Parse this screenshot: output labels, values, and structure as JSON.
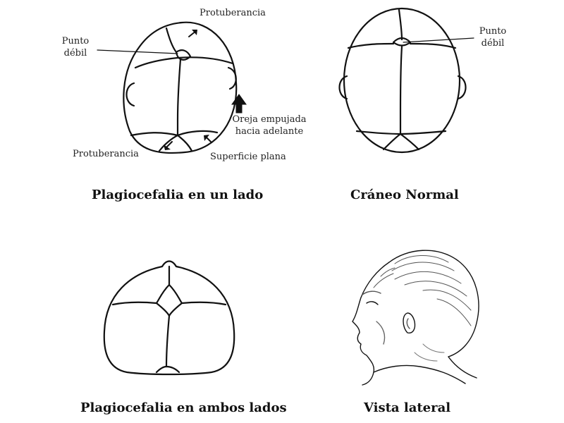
{
  "panels": {
    "one_side": {
      "caption": "Plagiocefalia en un lado",
      "labels": {
        "bulge_top": "Protuberancia",
        "weak_spot_line1": "Punto",
        "weak_spot_line2": "débil",
        "ear_line1": "Oreja empujada",
        "ear_line2": "hacia adelante",
        "bulge_bottom": "Protuberancia",
        "flat_surface": "Superficie plana"
      }
    },
    "normal": {
      "caption": "Cráneo Normal",
      "labels": {
        "weak_spot_line1": "Punto",
        "weak_spot_line2": "débil"
      }
    },
    "both_sides": {
      "caption": "Plagiocefalia en ambos lados"
    },
    "lateral": {
      "caption": "Vista lateral"
    }
  }
}
